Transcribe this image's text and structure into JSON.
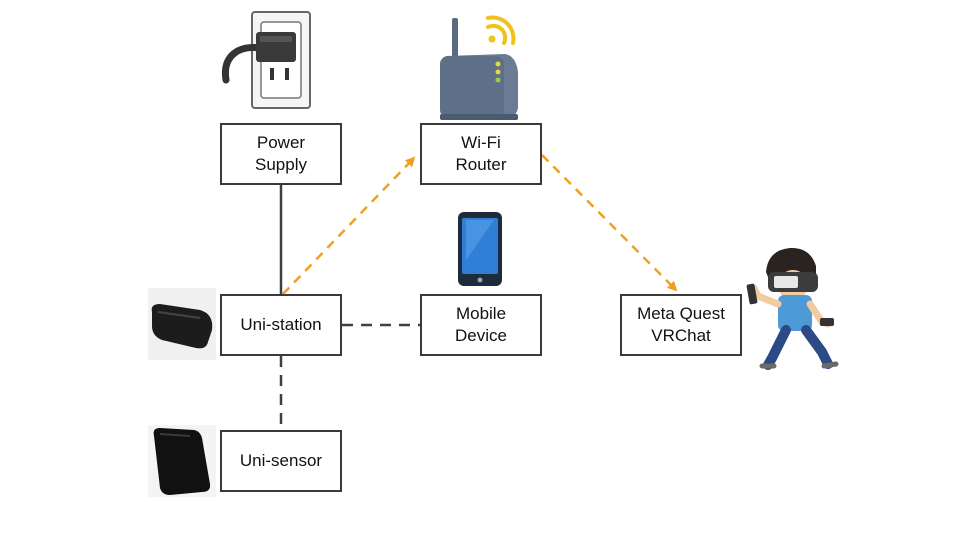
{
  "nodes": {
    "power_supply": {
      "line1": "Power",
      "line2": "Supply"
    },
    "wifi_router": {
      "line1": "Wi-Fi",
      "line2": "Router"
    },
    "uni_station": {
      "label": "Uni-station"
    },
    "mobile_device": {
      "line1": "Mobile",
      "line2": "Device"
    },
    "meta_quest": {
      "line1": "Meta Quest",
      "line2": "VRChat"
    },
    "uni_sensor": {
      "label": "Uni-sensor"
    }
  },
  "colors": {
    "wired": "#404040",
    "local_link": "#404040",
    "wifi_link": "#f0a020",
    "box_border": "#3a3a3a"
  },
  "icons": [
    "power-outlet-icon",
    "wifi-router-icon",
    "wifi-signal-icon",
    "smartphone-icon",
    "uni-station-device-icon",
    "uni-sensor-device-icon",
    "vr-user-icon"
  ]
}
